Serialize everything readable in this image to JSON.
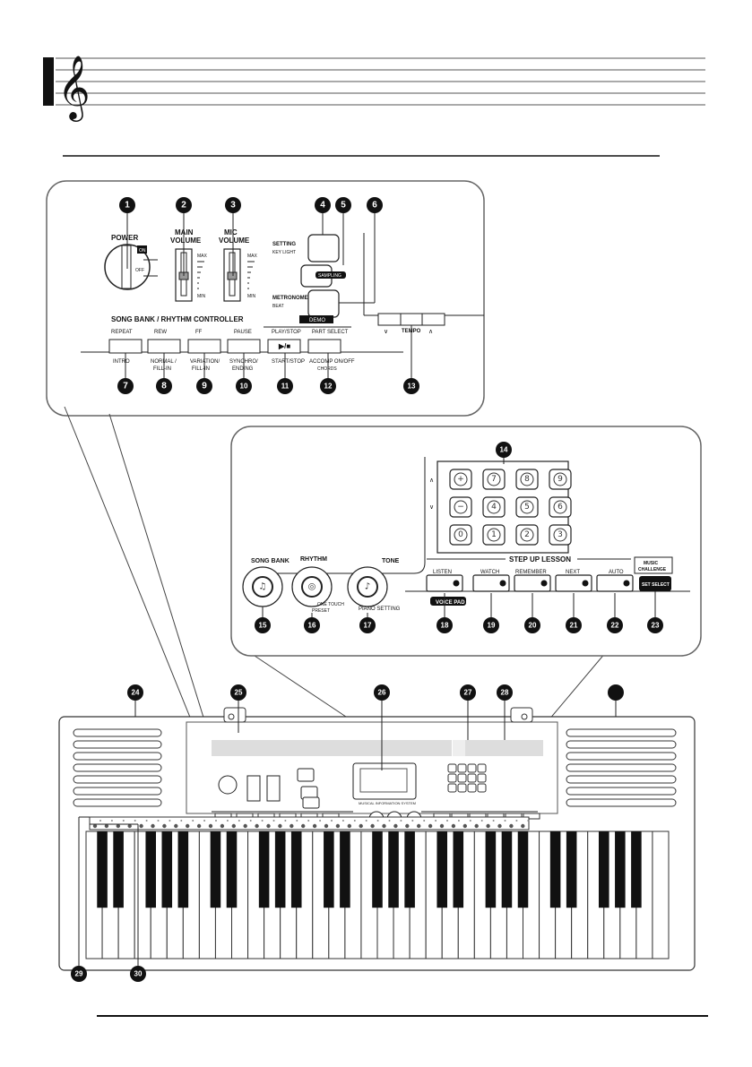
{
  "callouts": [
    "1",
    "2",
    "3",
    "4",
    "5",
    "6",
    "7",
    "8",
    "9",
    "10",
    "11",
    "12",
    "13",
    "14",
    "15",
    "16",
    "17",
    "18",
    "19",
    "20",
    "21",
    "22",
    "23",
    "24",
    "25",
    "26",
    "27",
    "28",
    "29",
    "30"
  ],
  "panel1": {
    "power": "POWER",
    "on": "ON",
    "off": "OFF",
    "main_volume": [
      "MAIN",
      "VOLUME"
    ],
    "mic_volume": [
      "MIC",
      "VOLUME"
    ],
    "max": "MAX",
    "min": "MIN",
    "setting": "SETTING",
    "key_light": "KEY LIGHT",
    "sampling": "SAMPLING",
    "metronome": "METRONOME",
    "beat": "BEAT",
    "tempo": "TEMPO",
    "controller_title": "SONG BANK / RHYTHM CONTROLLER",
    "demo": "DEMO",
    "top_labels": [
      "REPEAT",
      "REW",
      "FF",
      "PAUSE",
      "PLAY/STOP",
      "PART SELECT"
    ],
    "bottom_labels": [
      [
        "INTRO"
      ],
      [
        "NORMAL /",
        "FILL-IN"
      ],
      [
        "VARIATION/",
        "FILL-IN"
      ],
      [
        "SYNCHRO/",
        "ENDING"
      ],
      [
        "START/STOP"
      ],
      [
        "ACCOMP ON/OFF",
        "CHORDS"
      ]
    ],
    "play_stop_symbol": "▶/■"
  },
  "panel2": {
    "numpad": [
      "+",
      "7",
      "8",
      "9",
      "−",
      "4",
      "5",
      "6",
      "0",
      "1",
      "2",
      "3"
    ],
    "up_mark": "∧",
    "down_mark": "∨",
    "step_up_lesson": "STEP UP LESSON",
    "lesson_buttons": [
      "LISTEN",
      "WATCH",
      "REMEMBER",
      "NEXT",
      "AUTO"
    ],
    "music_challenge": [
      "MUSIC",
      "CHALLENGE"
    ],
    "set_select": "SET SELECT",
    "voice_pad": "VOICE PAD",
    "dials": [
      "SONG BANK",
      "RHYTHM",
      "TONE"
    ],
    "one_touch_preset": [
      "ONE TOUCH",
      "PRESET"
    ],
    "piano_setting": "PIANO SETTING"
  },
  "keyboard": {
    "display_caption": "MUSICAL INFORMATION SYSTEM"
  }
}
